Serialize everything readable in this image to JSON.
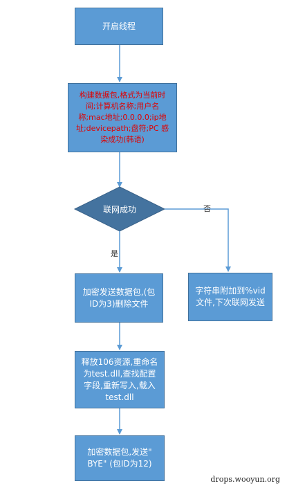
{
  "nodes": {
    "start": "开启线程",
    "build_packet": "构建数据包,格式为当前时间;计算机名称;用户名称;mac地址;0.0.0.0;ip地址;devicepath;盘符;PC 感染成功(韩语)",
    "decision": "联网成功",
    "encrypt_send": "加密发送数据包,(包ID为3)删除文件",
    "append_string": "字符串附加到%vid文件,下次联网发送",
    "release_resource": "释放106资源,重命名为test.dll,查找配置字段,重新写入,载入test.dll",
    "encrypt_bye": "加密数据包,发送\" BYE\" (包ID为12)"
  },
  "labels": {
    "yes": "是",
    "no": "否"
  },
  "watermark": "drops.wooyun.org",
  "colors": {
    "box_fill": "#5b9bd5",
    "box_border": "#41719c",
    "arrow": "#5b9bd5",
    "red_text": "#e00000"
  }
}
